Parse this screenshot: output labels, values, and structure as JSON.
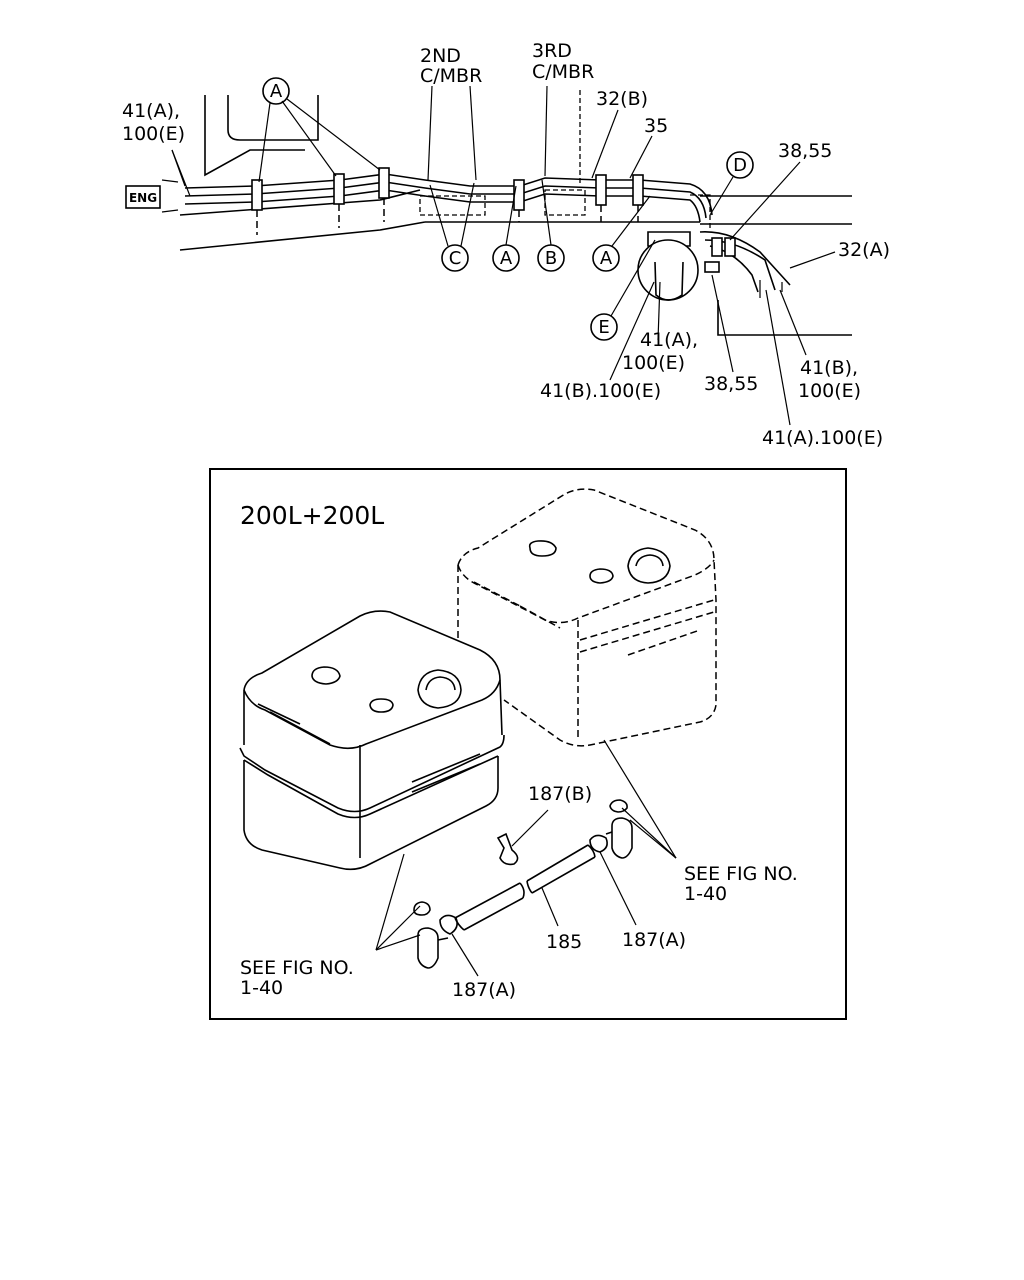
{
  "upper": {
    "labels": {
      "l_41a_100e": [
        "41(A),",
        "100(E)"
      ],
      "eng": "ENG",
      "mbr2": [
        "2ND",
        "C/MBR"
      ],
      "mbr3": [
        "3RD",
        "C/MBR"
      ],
      "l_32b": "32(B)",
      "l_35": "35",
      "l_38_55_top": "38,55",
      "l_32a": "32(A)",
      "l_41a_100e_mid": [
        "41(A),",
        "100(E)"
      ],
      "l_41b_100e_left": "41(B).100(E)",
      "l_38_55_bottom": "38,55",
      "l_41b_100e_right": [
        "41(B),",
        "100(E)"
      ],
      "l_41a_100e_bottom": "41(A).100(E)"
    },
    "callouts": {
      "a_top": "A",
      "c": "C",
      "a_mid": "A",
      "b": "B",
      "a_right": "A",
      "d": "D",
      "e": "E"
    }
  },
  "inset": {
    "title": "200L+200L",
    "labels": {
      "l_187b": "187(B)",
      "see_right": [
        "SEE FIG NO.",
        "1-40"
      ],
      "see_left": [
        "SEE FIG NO.",
        "1-40"
      ],
      "l_185": "185",
      "l_187a_right": "187(A)",
      "l_187a_left": "187(A)"
    }
  }
}
